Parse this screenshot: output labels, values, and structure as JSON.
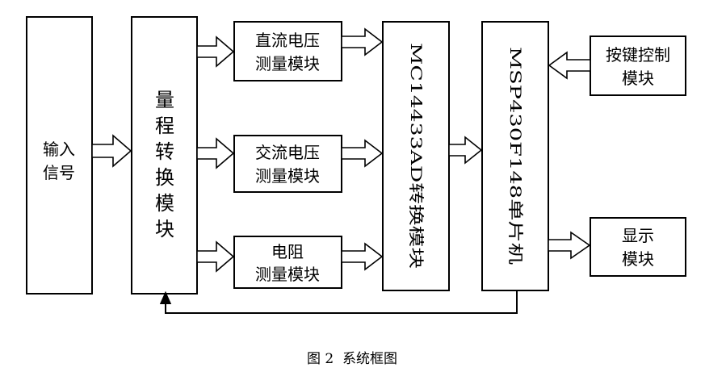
{
  "diagram": {
    "blocks": {
      "input": [
        "输入",
        "信号"
      ],
      "range": [
        "量",
        "程",
        "转",
        "换",
        "模",
        "块"
      ],
      "dcv": [
        "直流电压",
        "测量模块"
      ],
      "acv": [
        "交流电压",
        "测量模块"
      ],
      "res": [
        "电阻",
        "测量模块"
      ],
      "adc": "MC14433AD转换模块",
      "mcu": "MSP430F148单片机",
      "keys": [
        "按键控制",
        "模块"
      ],
      "display": [
        "显示",
        "模块"
      ]
    },
    "caption": "图 2  系统框图"
  }
}
